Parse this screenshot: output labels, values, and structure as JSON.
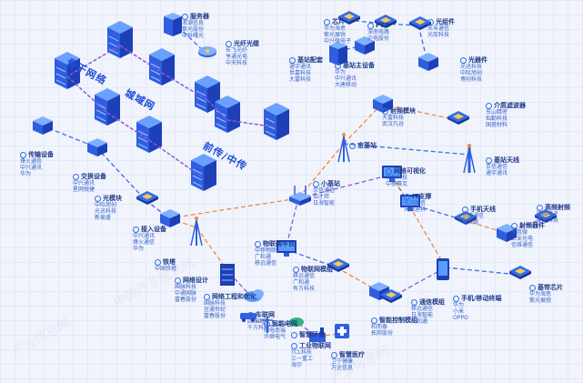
{
  "tiers": {
    "backbone": "骨干网络",
    "metro": "城域网",
    "fronthaul": "前传/中传"
  },
  "nodes": [
    {
      "id": "server",
      "title": "服务器",
      "subs": [
        "浪潮信息",
        "紫光股份",
        "中科曙光"
      ]
    },
    {
      "id": "optical_fiber",
      "title": "光纤光缆",
      "subs": [
        "长飞光纤",
        "亨通光电",
        "中天科技"
      ]
    },
    {
      "id": "transmission",
      "title": "传输设备",
      "subs": [
        "烽火通信",
        "中兴通讯",
        "华为"
      ]
    },
    {
      "id": "switch",
      "title": "交换设备",
      "subs": [
        "中兴通讯",
        "星网锐捷"
      ]
    },
    {
      "id": "optical_module",
      "title": "光模块",
      "subs": [
        "中际旭创",
        "光迅科技",
        "新易盛"
      ]
    },
    {
      "id": "access_device",
      "title": "接入设备",
      "subs": [
        "中兴通讯",
        "烽火通信",
        "华为"
      ]
    },
    {
      "id": "tower",
      "title": "铁塔",
      "subs": [
        "中国铁塔"
      ]
    },
    {
      "id": "network_design",
      "title": "网络设计",
      "subs": [
        "国脉科技",
        "中通国脉",
        "富春股份"
      ]
    },
    {
      "id": "network_opt",
      "title": "网络工程和优化",
      "subs": [
        "国脉科技",
        "宜通世纪",
        "富春股份"
      ]
    },
    {
      "id": "base_station_box",
      "title": "基站配套",
      "subs": [
        "通宇通讯",
        "世嘉科技",
        "大富科技"
      ]
    },
    {
      "id": "chip",
      "title": "芯片",
      "subs": [
        "华为海思",
        "紫光展锐",
        "中兴微电子"
      ]
    },
    {
      "id": "baseband_pa",
      "title": "基站主设备",
      "subs": [
        "华为",
        "中兴通讯",
        "大唐移动"
      ]
    },
    {
      "id": "pcb",
      "title": "PCB",
      "subs": [
        "深南电路",
        "沪电股份"
      ]
    },
    {
      "id": "optical_component",
      "title": "光组件",
      "subs": [
        "天孚通信",
        "光库科技"
      ]
    },
    {
      "id": "optical_device",
      "title": "光器件",
      "subs": [
        "光迅科技",
        "中际旭创",
        "博创科技"
      ]
    },
    {
      "id": "rf_module",
      "title": "射频模块",
      "subs": [
        "大富科技",
        "武汉凡谷"
      ]
    },
    {
      "id": "dielectric_filter",
      "title": "介质滤波器",
      "subs": [
        "东山精密",
        "灿勤科技",
        "国瓷材料"
      ]
    },
    {
      "id": "macro_station",
      "title": "宏基站",
      "subs": []
    },
    {
      "id": "base_station_antenna",
      "title": "基站天线",
      "subs": [
        "京信通信",
        "通宇通讯"
      ]
    },
    {
      "id": "network_visual",
      "title": "网络可视化",
      "subs": [
        "恒为科技",
        "中新赛克"
      ]
    },
    {
      "id": "it_support",
      "title": "IT支撑",
      "subs": [
        "东方国信",
        "天源迪科"
      ]
    },
    {
      "id": "small_station",
      "title": "小基站",
      "subs": [
        "京信通信",
        "佰才邦",
        "日海智能"
      ]
    },
    {
      "id": "iot_platform",
      "title": "物联网平台",
      "subs": [
        "中移物联",
        "广和通",
        "移远通信"
      ]
    },
    {
      "id": "iot_module",
      "title": "物联网模组",
      "subs": [
        "移远通信",
        "广和通",
        "有方科技"
      ]
    },
    {
      "id": "phone_antenna",
      "title": "手机天线",
      "subs": [
        "信维通信",
        "硕贝德"
      ]
    },
    {
      "id": "rf_component",
      "title": "射频器件",
      "subs": [
        "卓胜微",
        "三安光电",
        "信维通信"
      ]
    },
    {
      "id": "rf_frontend",
      "title": "高频射频",
      "subs": [
        "顺络电子",
        "麦捷科技"
      ]
    },
    {
      "id": "smart_control",
      "title": "智能控制模组",
      "subs": [
        "和而泰",
        "拓邦股份"
      ]
    },
    {
      "id": "comm_module",
      "title": "通信模组",
      "subs": [
        "移远通信",
        "日海智能",
        "广和通"
      ]
    },
    {
      "id": "terminal",
      "title": "手机/移动终端",
      "subs": [
        "华为",
        "小米",
        "OPPO"
      ]
    },
    {
      "id": "baseband_chip",
      "title": "基带芯片",
      "subs": [
        "华为海思",
        "紫光展锐"
      ]
    },
    {
      "id": "iov",
      "title": "车联网",
      "subs": [
        "四维图新",
        "千方科技"
      ]
    },
    {
      "id": "smart_grid",
      "title": "智能电网",
      "subs": [
        "国电南瑞",
        "许继电气"
      ]
    },
    {
      "id": "smart_env",
      "title": "智慧环保",
      "subs": []
    },
    {
      "id": "industrial_iot",
      "title": "工业物联网",
      "subs": [
        "TCL科技",
        "三一重工",
        "海尔"
      ]
    },
    {
      "id": "smart_medical",
      "title": "智慧医疗",
      "subs": [
        "卫宁健康",
        "万达信息"
      ]
    }
  ],
  "watermarks": [
    "产业信息网",
    "中国产业信息网",
    "产业信息网"
  ],
  "colors": {
    "accent": "#2f6fe6",
    "line_blue": "#3b6fe0",
    "line_orange": "#f08a3c",
    "line_purple": "#8a5bd6",
    "background": "#f1f4fc"
  }
}
